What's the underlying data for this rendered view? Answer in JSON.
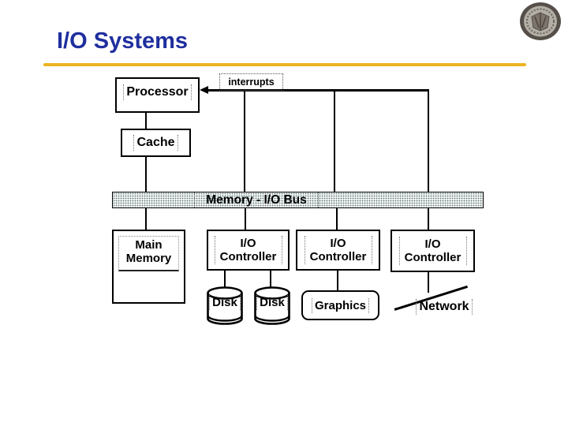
{
  "slide": {
    "title": "I/O Systems"
  },
  "labels": {
    "processor": "Processor",
    "interrupts": "interrupts",
    "cache": "Cache",
    "bus": "Memory - I/O Bus",
    "main_memory": "Main Memory",
    "io_controllers": [
      "I/O Controller",
      "I/O Controller",
      "I/O Controller"
    ],
    "disks": [
      "Disk",
      "Disk"
    ],
    "graphics": "Graphics",
    "network": "Network"
  },
  "colors": {
    "title_text": "#1F2F9E",
    "accent_rule": "#EDB421",
    "connector": "#000000",
    "bus_fill_dots": "#5F7A7A"
  },
  "icons": {
    "logo": "university-seal-icon"
  }
}
